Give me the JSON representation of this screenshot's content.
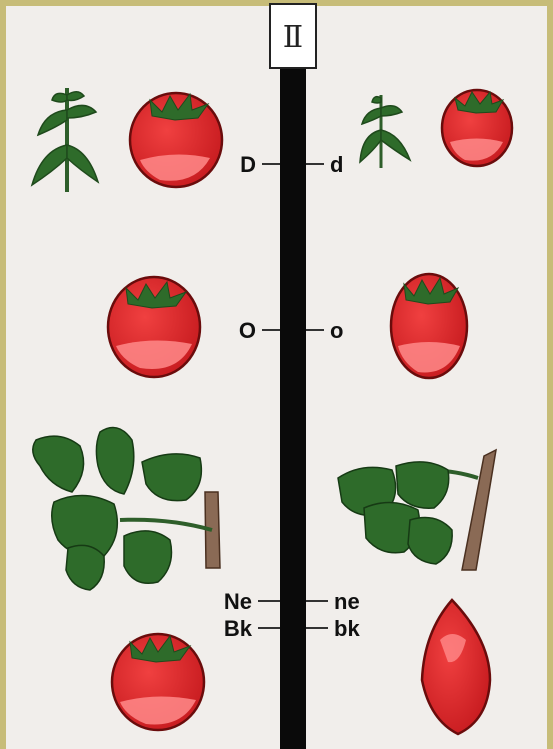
{
  "chromosome": {
    "number": "Ⅱ"
  },
  "loci": [
    {
      "id": "d",
      "dominant": "D",
      "recessive": "d"
    },
    {
      "id": "o",
      "dominant": "O",
      "recessive": "o"
    },
    {
      "id": "ne",
      "dominant": "Ne",
      "recessive": "ne"
    },
    {
      "id": "bk",
      "dominant": "Bk",
      "recessive": "bk"
    }
  ],
  "colors": {
    "border": "#c7bc78",
    "background": "#f1eeeb",
    "chromosome": "#0a0a0a",
    "fruit_red": "#e0262a",
    "fruit_highlight": "#ff8888",
    "leaf_green": "#2e6b2a",
    "stem_brown": "#8a6a55"
  },
  "icons": {
    "left_top": "tall-plant-icon",
    "right_top": "dwarf-plant-icon",
    "left_fruit": "round-tomato-icon",
    "right_fruit": "oblate-tomato-icon",
    "left_leaf": "normal-leaf-icon",
    "right_leaf": "necrotic-leaf-icon",
    "left_bottom": "round-tomato-icon",
    "right_bottom": "beaked-tomato-icon"
  }
}
